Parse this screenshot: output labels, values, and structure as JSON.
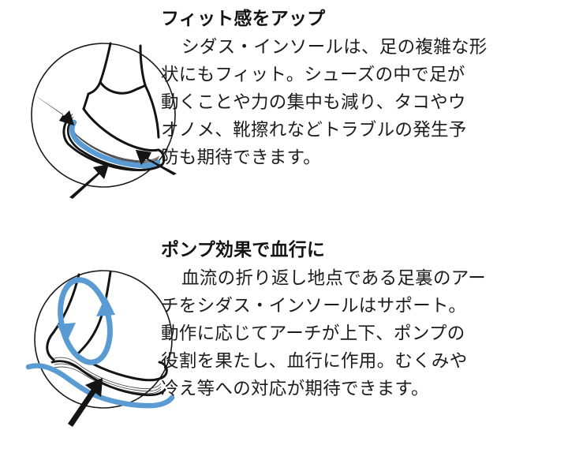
{
  "colors": {
    "ink": "#1a1a1a",
    "accent_blue": "#5a9bd4",
    "background": "#ffffff"
  },
  "sections": [
    {
      "id": "fit",
      "heading": "フィット感をアップ",
      "lines": [
        "シダス・インソールは、足の複雑な形",
        "状にもフィット。シューズの中で足が",
        "動くことや力の集中も減り、タコやウ",
        "オノメ、靴擦れなどトラブルの発生予",
        "防も期待できます。"
      ],
      "illustration": {
        "name": "shoe-with-insole-arrows",
        "description": "円の中の靴の断面図、青いインソールと3本の黒い矢印"
      }
    },
    {
      "id": "pump",
      "heading": "ポンプ効果で血行に",
      "lines": [
        "血流の折り返し地点である足裏のアー",
        "チをシダス・インソールはサポート。",
        "動作に応じてアーチが上下、ポンプの",
        "役割を果たし、血行に作用。むくみや",
        "冷え等への対応が期待できます。"
      ],
      "illustration": {
        "name": "foot-arch-circulation-loop",
        "description": "円の中の足の側面図、青い血行ループと上向きの黒い矢印"
      }
    }
  ]
}
